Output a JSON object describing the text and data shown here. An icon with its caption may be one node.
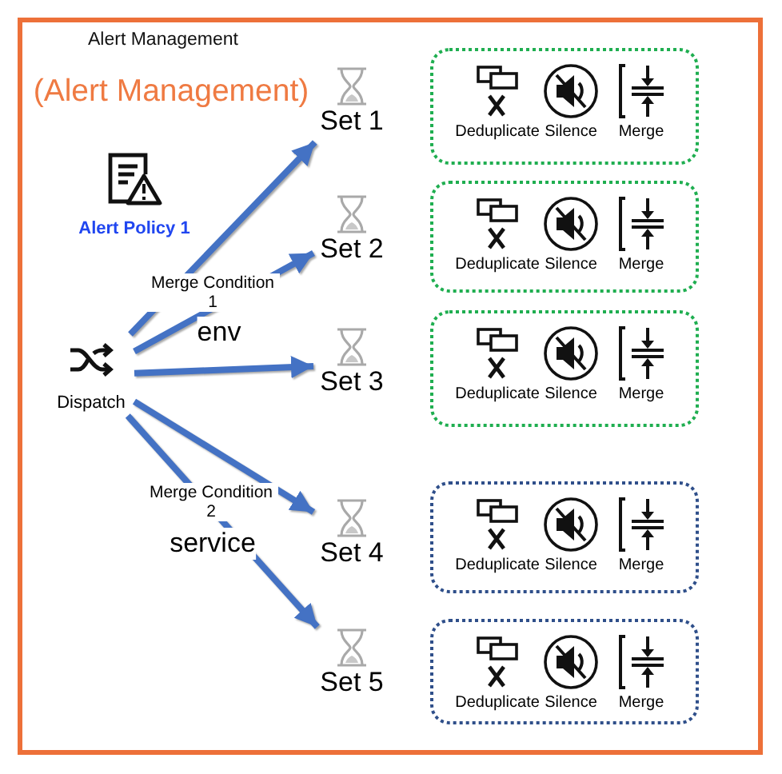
{
  "diagram": {
    "nodes": [
      {
        "text": [
          "Alert Management",
          "(Alert Management)"
        ]
      },
      {
        "text": [
          "Dispatch"
        ],
        "in": 0
      },
      {
        "text": [
          "Set 1"
        ],
        "in": 0
      },
      {
        "text": [
          "Deduplicate",
          "Silence",
          "Merge"
        ],
        "in": 0
      },
      {
        "text": [
          "Set 2"
        ],
        "in": 0
      },
      {
        "text": [
          "Deduplicate",
          "Silence",
          "Merge"
        ],
        "in": 0
      },
      {
        "text": [
          "Set 3"
        ],
        "in": 0
      },
      {
        "text": [
          "Deduplicate",
          "Silence",
          "Merge"
        ],
        "in": 0
      },
      {
        "text": [
          "Set 4"
        ],
        "in": 0
      },
      {
        "text": [
          "Deduplicate",
          "Silence",
          "Merge"
        ],
        "in": 0
      },
      {
        "text": [
          "Set 5"
        ],
        "in": 0
      },
      {
        "text": [
          "Deduplicate",
          "Silence",
          "Merge"
        ],
        "in": 0
      }
    ],
    "edges": [
      {
        "from": 1,
        "to": 2,
        "arrow": "to"
      },
      {
        "from": 1,
        "to": 4,
        "arrow": "to"
      },
      {
        "from": 1,
        "to": 6,
        "arrow": "to"
      },
      {
        "from": 1,
        "to": 8,
        "arrow": "to"
      },
      {
        "from": 1,
        "to": 10,
        "arrow": "to"
      }
    ],
    "labels": [
      "Alert Policy 1",
      "Merge Condition 1",
      "env",
      "Merge Condition 2",
      "service"
    ]
  }
}
